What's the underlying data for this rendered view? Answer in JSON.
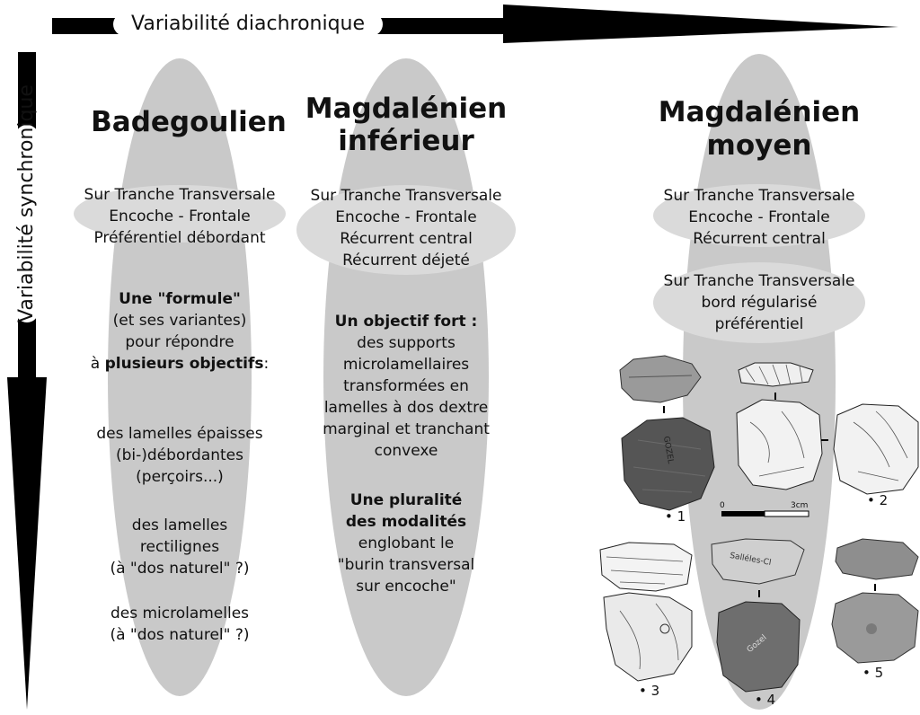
{
  "axes": {
    "horizontal_label": "Variabilité diachronique",
    "vertical_label": "Variabilité synchronique"
  },
  "columns": [
    {
      "title_lines": [
        "Badegoulien"
      ],
      "methods": [
        "Sur Tranche Transversale",
        "Encoche - Frontale",
        "Préférentiel débordant"
      ],
      "objective_heading": "Une \"formule\"",
      "objective_lines": [
        "(et ses variantes)",
        "pour répondre"
      ],
      "objective_prefix": "à ",
      "objective_bold": "plusieurs objectifs",
      "objective_suffix": ":",
      "products": [
        [
          "des lamelles épaisses",
          "(bi-)débordantes",
          "(perçoirs...)"
        ],
        [
          "des lamelles",
          "rectilignes",
          "(à \"dos naturel\" ?)"
        ],
        [
          "des microlamelles",
          "(à \"dos naturel\" ?)"
        ]
      ]
    },
    {
      "title_lines": [
        "Magdalénien",
        "inférieur"
      ],
      "methods": [
        "Sur Tranche Transversale",
        "Encoche - Frontale",
        "Récurrent central",
        "Récurrent déjeté"
      ],
      "objective_heading": "Un objectif fort :",
      "objective_lines": [
        "des supports",
        "microlamellaires",
        "transformées en",
        "lamelles à dos dextre",
        "marginal et tranchant",
        "convexe"
      ],
      "plurality_heading": [
        "Une pluralité",
        "des modalités"
      ],
      "plurality_lines": [
        "englobant le",
        "\"burin transversal",
        "sur encoche\""
      ]
    },
    {
      "title_lines": [
        "Magdalénien",
        "moyen"
      ],
      "methods_a": [
        "Sur Tranche Transversale",
        "Encoche - Frontale",
        "Récurrent central"
      ],
      "methods_b": [
        "Sur Tranche Transversale",
        "bord régularisé",
        "préférentiel"
      ]
    }
  ],
  "figure": {
    "numbers": [
      "• 1",
      "• 2",
      "• 3",
      "• 4",
      "• 5"
    ],
    "scale_start": "0",
    "scale_end": "3cm",
    "labels": [
      "GOZEL",
      "Salléles-Cl",
      "Gozel"
    ]
  },
  "colors": {
    "ellipse": "#c9c9c9",
    "inner_ellipse": "#d9d9d9",
    "arrow": "#000000",
    "text": "#111111"
  }
}
